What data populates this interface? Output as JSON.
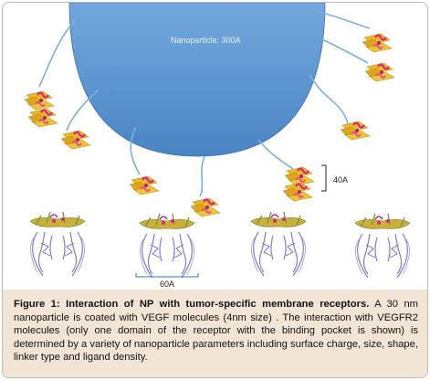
{
  "figure": {
    "nanoparticle_label": "Nanoparticle: 300A",
    "scale_40": "40A",
    "scale_60": "60A"
  },
  "caption": {
    "heading": "Figure 1: Interaction of NP with tumor-specific membrane receptors.",
    "body": " A 30 nm nanoparticle is coated with VEGF molecules (4nm size) . The interaction with VEGFR2 molecules (only one domain of the receptor with the binding pocket is shown) is determined by a variety of nanoparticle parameters including surface charge, size, shape, linker type and ligand density."
  },
  "colors": {
    "nanoparticle": "#5b93cf",
    "linker": "#7ab0dd",
    "vegf_sheet": "#e8b828",
    "vegf_helix": "#d8287a",
    "receptor": "#8f8fd6",
    "caption_bg": "#f2e5d5"
  }
}
